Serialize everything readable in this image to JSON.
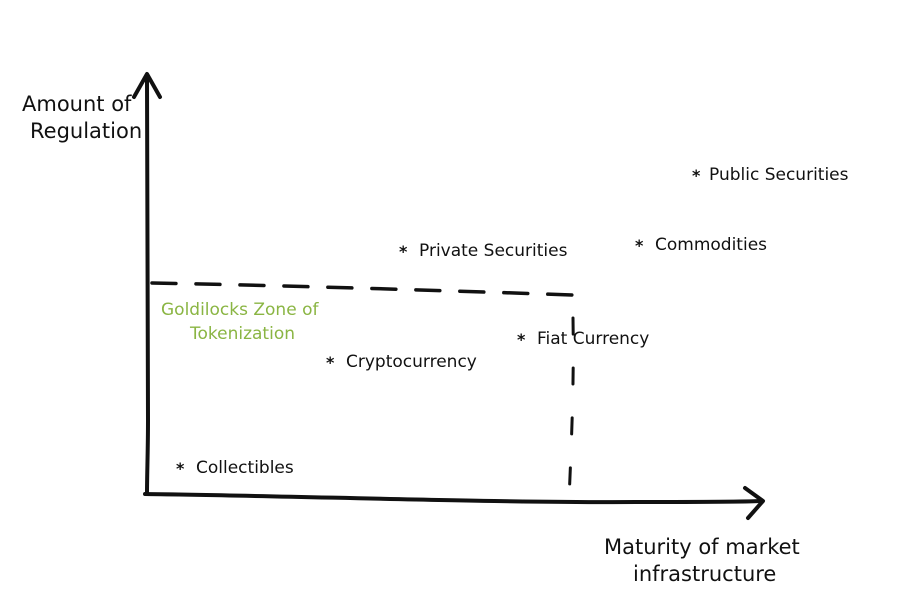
{
  "y_axis_title": [
    "Amount of",
    "Regulation"
  ],
  "x_axis_title": [
    "Maturity of market",
    "infrastructure"
  ],
  "zone_label": [
    "Goldilocks Zone of",
    "Tokenization"
  ],
  "items": [
    {
      "label": "Public Securities"
    },
    {
      "label": "Private Securities"
    },
    {
      "label": "Commodities"
    },
    {
      "label": "Fiat Currency"
    },
    {
      "label": "Cryptocurrency"
    },
    {
      "label": "Collectibles"
    }
  ],
  "colors": {
    "ink": "#111111",
    "zone_text": "#8ab543",
    "background": "#ffffff"
  }
}
